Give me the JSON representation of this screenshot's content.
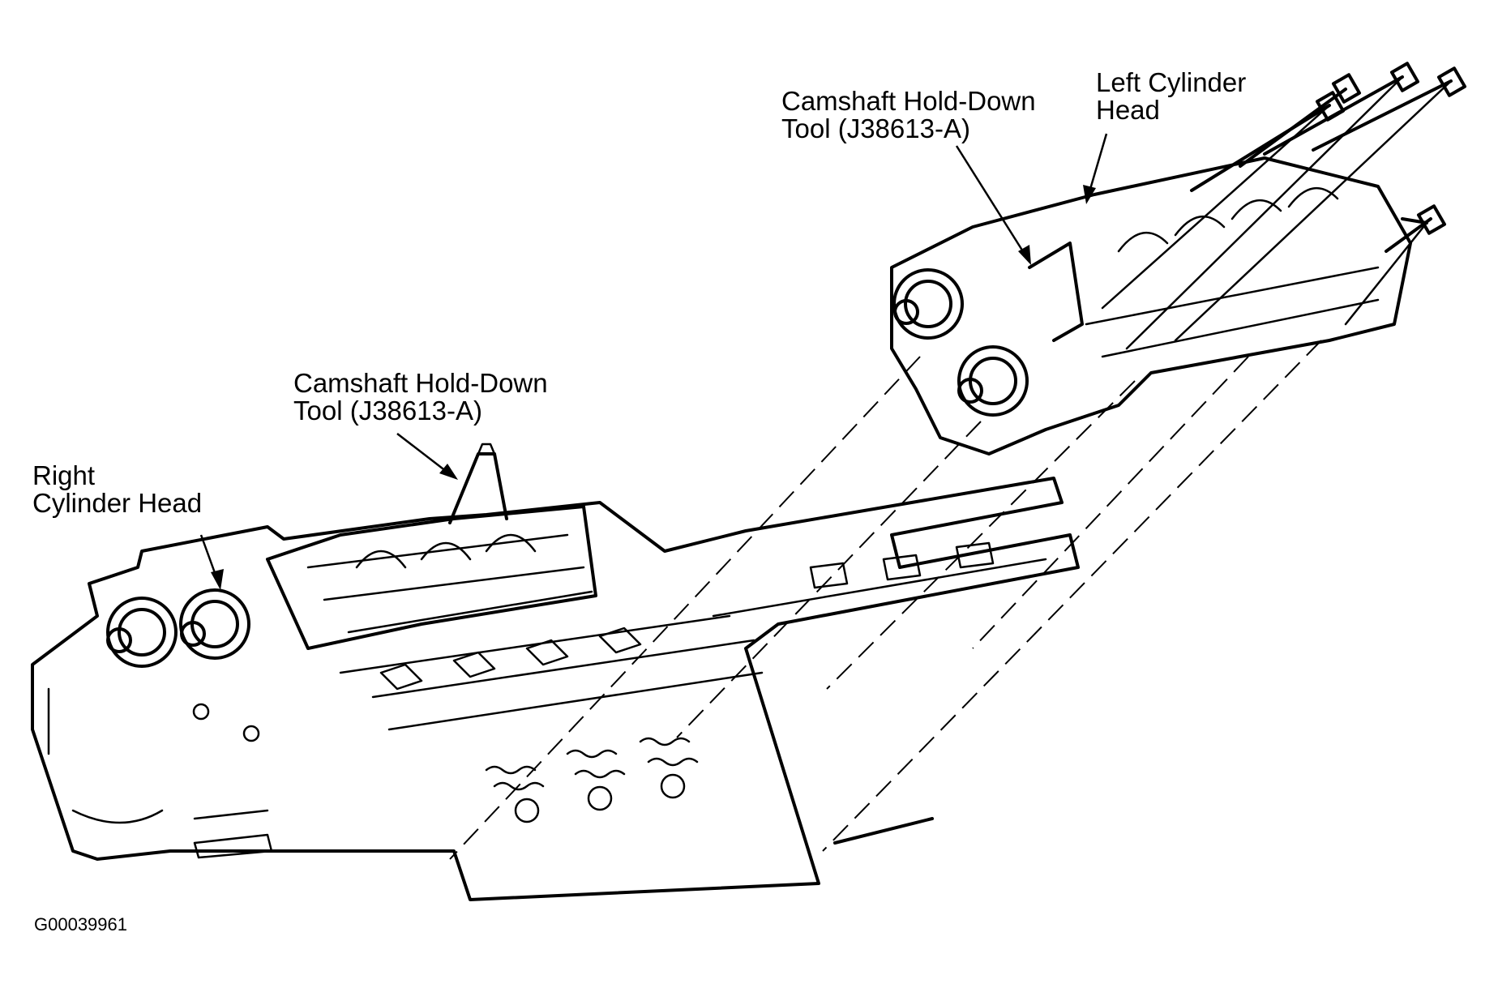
{
  "labels": {
    "camshaft_tool_left": {
      "line1": "Camshaft Hold-Down",
      "line2": "Tool (J38613-A)"
    },
    "right_cylinder_head": {
      "line1": "Right",
      "line2": "Cylinder Head"
    },
    "camshaft_tool_right": {
      "line1": "Camshaft Hold-Down",
      "line2": "Tool (J38613-A)"
    },
    "left_cylinder_head": {
      "line1": "Left Cylinder",
      "line2": "Head"
    }
  },
  "figure_id": "G00039961",
  "colors": {
    "ink": "#000000",
    "paper": "#ffffff"
  }
}
